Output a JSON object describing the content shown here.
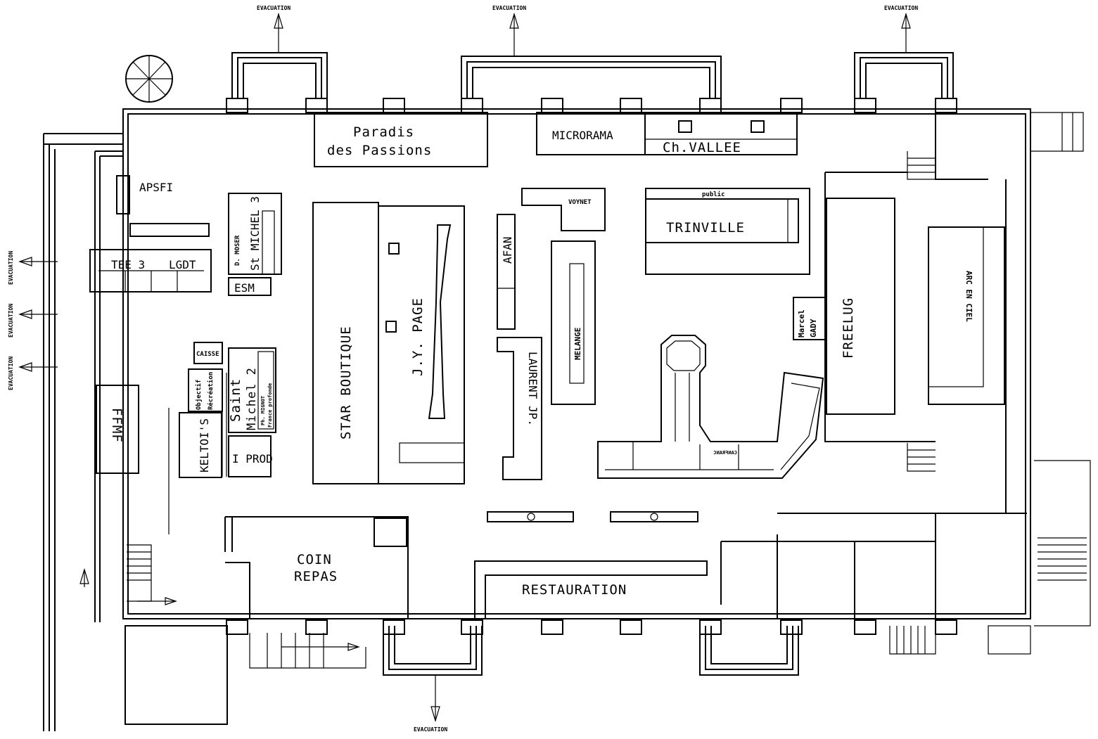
{
  "plan": {
    "evacuation_label": "EVACUATION",
    "stands": {
      "paradis_line1": "Paradis",
      "paradis_line2": "des Passions",
      "microrama": "MICRORAMA",
      "ch_vallee": "Ch.VALLEE",
      "apsfi": "APSFI",
      "tee3": "TEE 3",
      "lgdt": "LGDT",
      "d_moser": "D. MOSER",
      "st_michel_3": "St MICHEL 3",
      "esm": "ESM",
      "star_boutique": "STAR BOUTIQUE",
      "jy_page": "J.Y. PAGE",
      "afan": "AFAN",
      "voynet": "VOYNET",
      "public": "public",
      "trinville": "TRINVILLE",
      "melange": "MELANGE",
      "laurent_jp": "LAURENT JP.",
      "marcel": "Marcel",
      "gady": "GADY",
      "freelug": "FREELUG",
      "arc_en_ciel": "ARC EN CIEL",
      "canfranc": "CANFRANC",
      "caisse": "CAISSE",
      "objectif": "Objectif",
      "recreation": "Récréation",
      "saint": "Saint",
      "michel_2": "Michel 2",
      "ph_mignot": "Ph. MIGNOT",
      "france_profonde": "France profonde",
      "keltois": "KELTOI'S",
      "i_prod": "I PROD",
      "ffmf": "FFMF",
      "coin": "COIN",
      "repas": "REPAS",
      "restauration": "RESTAURATION"
    }
  }
}
